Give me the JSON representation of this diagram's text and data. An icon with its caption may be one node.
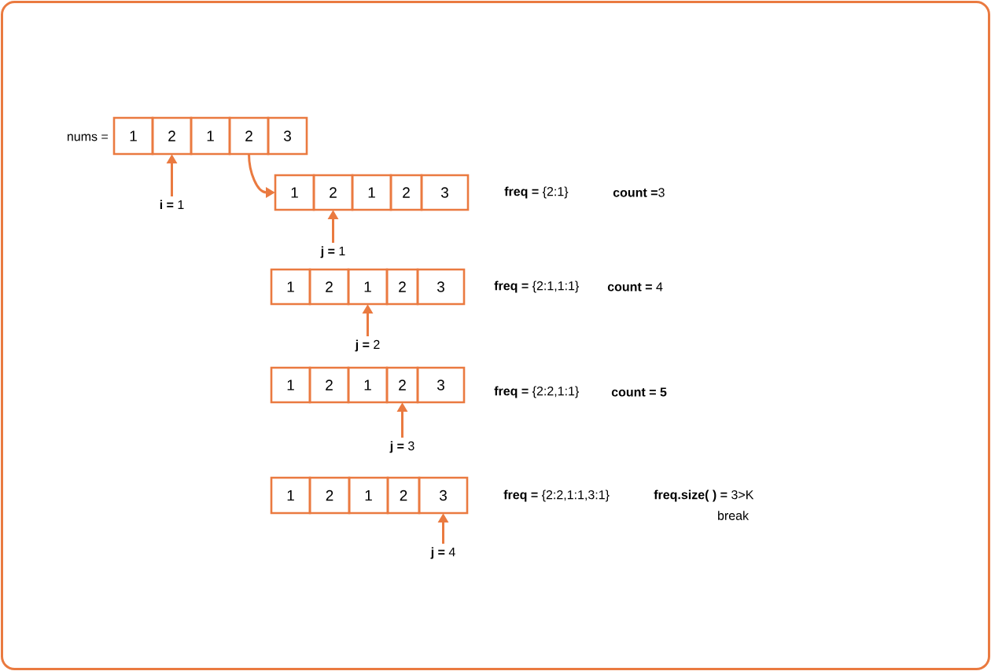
{
  "diagram": {
    "nodes": [
      {
        "text": [
          "1"
        ]
      },
      {
        "text": [
          "2"
        ]
      },
      {
        "text": [
          "1"
        ]
      },
      {
        "text": [
          "2"
        ]
      },
      {
        "text": [
          "3"
        ]
      },
      {
        "text": [
          "**i =** 1"
        ]
      },
      {
        "text": [
          "1"
        ]
      },
      {
        "text": [
          "2"
        ]
      },
      {
        "text": [
          "1"
        ]
      },
      {
        "text": [
          "2"
        ]
      },
      {
        "text": [
          "3"
        ]
      },
      {
        "text": [
          "**j =** 1"
        ]
      },
      {
        "text": [
          "1"
        ]
      },
      {
        "text": [
          "2"
        ]
      },
      {
        "text": [
          "1"
        ]
      },
      {
        "text": [
          "2"
        ]
      },
      {
        "text": [
          "3"
        ]
      },
      {
        "text": [
          "**j =** 2"
        ]
      },
      {
        "text": [
          "1"
        ]
      },
      {
        "text": [
          "2"
        ]
      },
      {
        "text": [
          "1"
        ]
      },
      {
        "text": [
          "2"
        ]
      },
      {
        "text": [
          "3"
        ]
      },
      {
        "text": [
          "**j =** 3"
        ]
      },
      {
        "text": [
          "1"
        ]
      },
      {
        "text": [
          "2"
        ]
      },
      {
        "text": [
          "1"
        ]
      },
      {
        "text": [
          "2"
        ]
      },
      {
        "text": [
          "3"
        ]
      },
      {
        "text": [
          "**j =** 4"
        ]
      }
    ],
    "edges": [
      {
        "from": 5,
        "to": 1,
        "arrow": "to"
      },
      {
        "from": 3,
        "to": 6,
        "arrow": "to"
      },
      {
        "from": 11,
        "to": 7,
        "arrow": "to"
      },
      {
        "from": 17,
        "to": 14,
        "arrow": "to"
      },
      {
        "from": 23,
        "to": 21,
        "arrow": "to"
      },
      {
        "from": 29,
        "to": 28,
        "arrow": "to"
      }
    ],
    "labels": [
      "nums =",
      "**freq =** {2:1}",
      "**count =**3",
      "**freq =** {2:1,1:1}",
      "**count =** 4",
      "**freq =** {2:2,1:1}",
      "count = 5",
      "**freq =** {2:2,1:1,3:1}",
      "**freq.size( ) =** 3>K",
      "break"
    ]
  }
}
